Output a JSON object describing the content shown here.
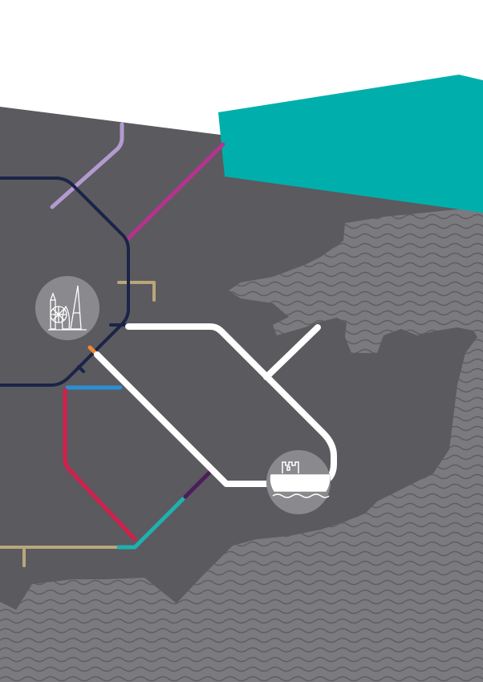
{
  "colors": {
    "background": "#ffffff",
    "land": "#5b5a5e",
    "sea": "#7b7a7e",
    "wave": "#5e5d61",
    "banner": "#00afac",
    "icon_circle": "#8a898d",
    "icon_stroke": "#ffffff"
  },
  "routes": [
    {
      "name": "navy-ring",
      "color": "#1b2448"
    },
    {
      "name": "lilac-line",
      "color": "#b39ad0"
    },
    {
      "name": "magenta-line",
      "color": "#b5338f"
    },
    {
      "name": "tan-line",
      "color": "#b9a77b"
    },
    {
      "name": "white-line",
      "color": "#ffffff"
    },
    {
      "name": "blue-line",
      "color": "#2a8fd4"
    },
    {
      "name": "red-line",
      "color": "#d21f4c"
    },
    {
      "name": "teal-line",
      "color": "#1fb0b0"
    },
    {
      "name": "purple-line",
      "color": "#4a1d5c"
    },
    {
      "name": "orange-line",
      "color": "#ef8a33"
    }
  ],
  "icons": [
    {
      "name": "london-landmarks-icon"
    },
    {
      "name": "castle-icon"
    }
  ]
}
